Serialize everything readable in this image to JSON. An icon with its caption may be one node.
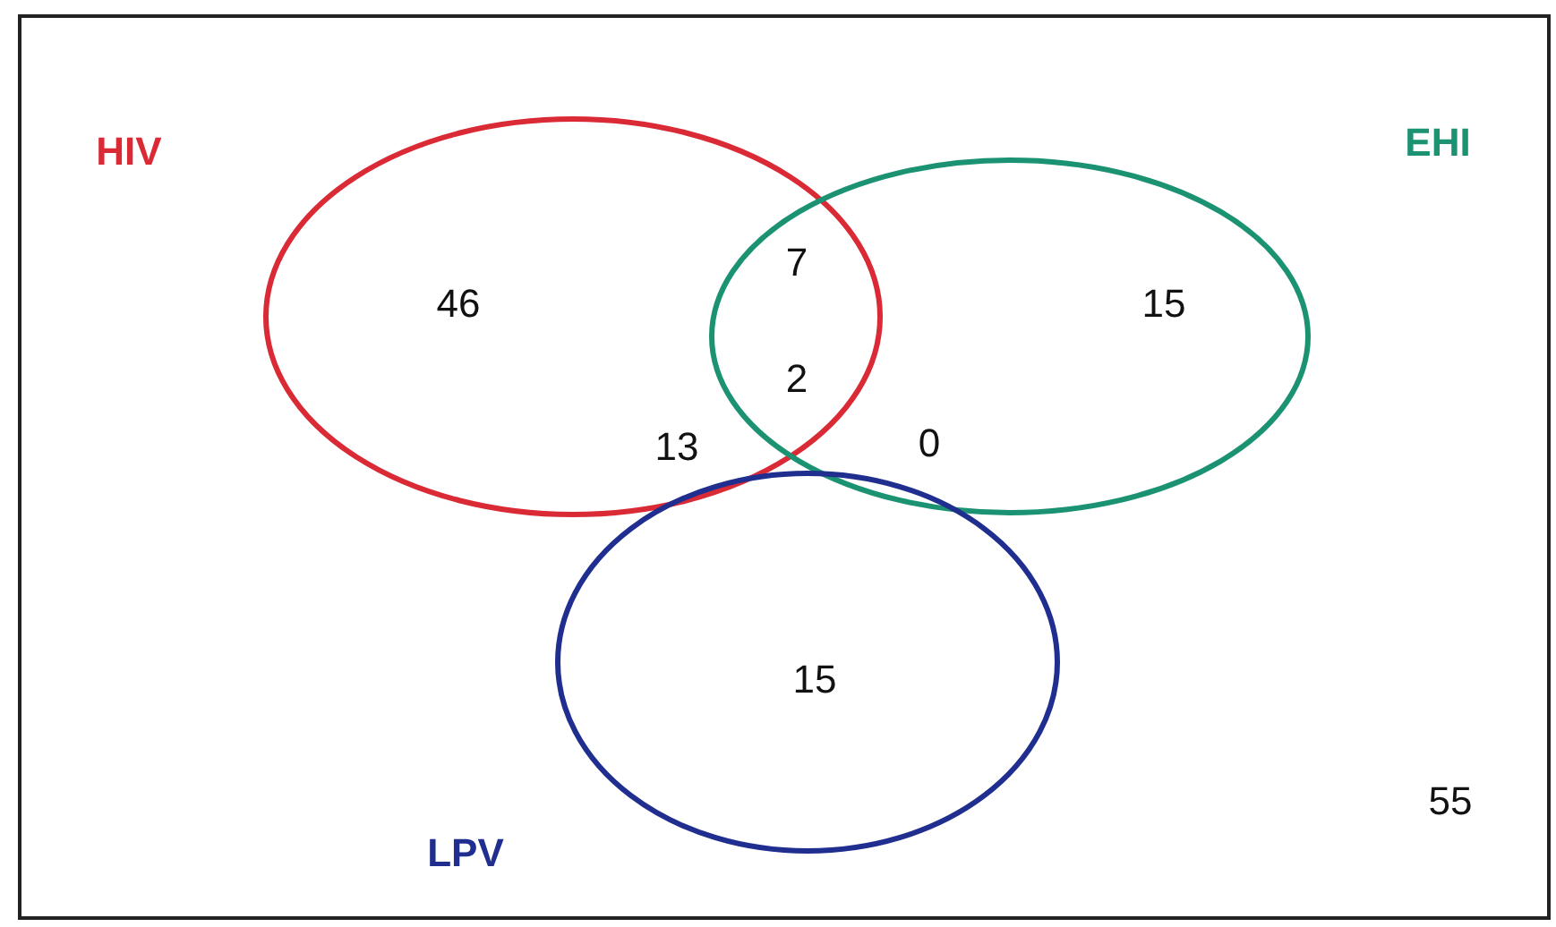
{
  "diagram": {
    "nodes": [
      {
        "text": [
          "HIV"
        ]
      },
      {
        "text": [
          "EHI"
        ]
      },
      {
        "text": [
          "LPV"
        ]
      }
    ],
    "labels": [
      "46",
      "7",
      "15",
      "2",
      "13",
      "0",
      "15",
      "55"
    ]
  }
}
